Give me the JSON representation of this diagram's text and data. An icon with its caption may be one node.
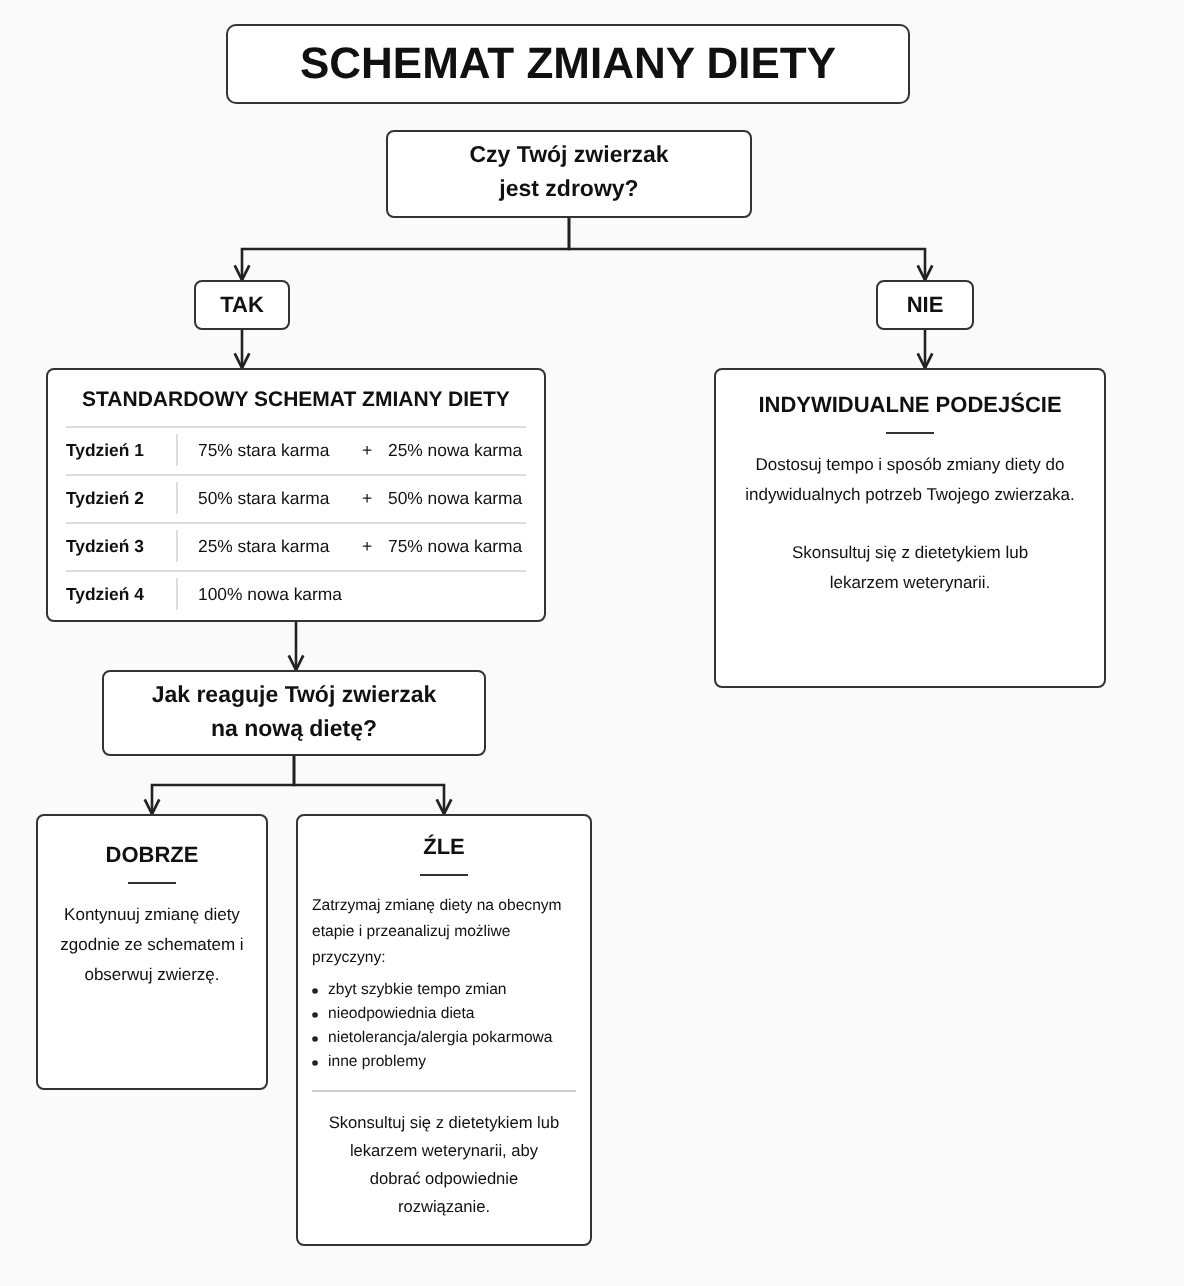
{
  "diagram": {
    "title": "SCHEMAT ZMIANY DIETY",
    "nodes": [
      {
        "text": [
          "Czy Twój zwierzak jest zdrowy?"
        ]
      },
      {
        "text": [
          "TAK"
        ]
      },
      {
        "text": [
          "NIE"
        ]
      },
      {
        "text": [
          "STANDARDOWY SCHEMAT ZMIANY DIETY",
          "Tydzień 1",
          "75% stara karma",
          "+",
          "25% nowa karma",
          "Tydzień 2",
          "50% stara karma",
          "+",
          "50% nowa karma",
          "Tydzień 3",
          "25% stara karma",
          "+",
          "75% nowa karma",
          "Tydzień 4",
          "100% nowa karma"
        ]
      },
      {
        "text": [
          "INDYWIDUALNE PODEJŚCIE",
          "Dostosuj tempo i sposób zmiany diety do indywidualnych potrzeb Twojego zwierzaka.",
          "Skonsultuj się z dietetykiem lub lekarzem weterynarii."
        ]
      },
      {
        "text": [
          "Jak reaguje Twój zwierzak na nową dietę?"
        ]
      },
      {
        "text": [
          "DOBRZE",
          "Kontynuuj zmianę diety zgodnie ze schematem i obserwuj zwierzę."
        ]
      },
      {
        "text": [
          "ŹLE",
          "Zatrzymaj zmianę diety na obecnym etapie i przeanalizuj możliwe przyczyny:",
          "zbyt szybkie tempo zmian",
          "nieodpowiednia dieta",
          "nietolerancja/alergia pokarmowa",
          "inne problemy",
          "Skonsultuj się z dietetykiem lub lekarzem weterynarii, aby dobrać odpowiednie rozwiązanie."
        ]
      }
    ],
    "edges": [
      {
        "from": 0,
        "to": 1,
        "arrow": "to"
      },
      {
        "from": 0,
        "to": 2,
        "arrow": "to"
      },
      {
        "from": 1,
        "to": 3,
        "arrow": "to"
      },
      {
        "from": 2,
        "to": 4,
        "arrow": "to"
      },
      {
        "from": 3,
        "to": 5,
        "arrow": "to"
      },
      {
        "from": 5,
        "to": 6,
        "arrow": "to"
      },
      {
        "from": 5,
        "to": 7,
        "arrow": "to"
      }
    ]
  }
}
